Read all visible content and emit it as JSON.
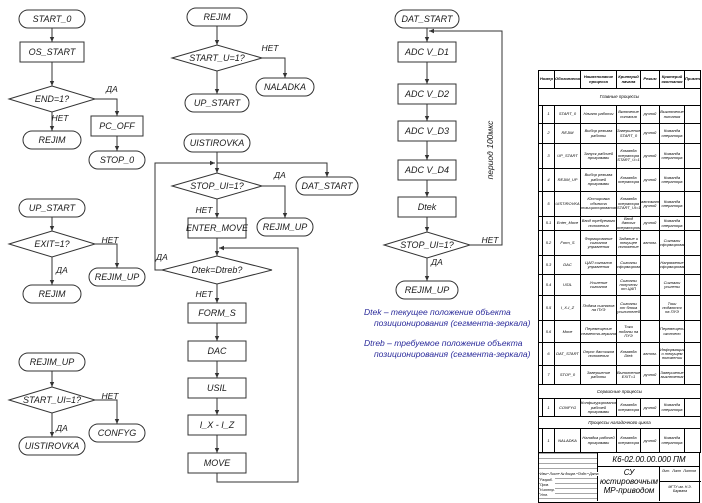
{
  "flowchart": {
    "yes": "ДА",
    "no": "НЕТ",
    "nodes": {
      "start_0": "START_0",
      "os_start": "OS_START",
      "end_q": "END=1?",
      "pc_off": "PC_OFF",
      "rejim_a": "REJIM",
      "stop_0": "STOP_0",
      "up_start_a": "UP_START",
      "exit_q": "EXIT=1?",
      "rejim_up_a": "REJIM_UP",
      "rejim_b": "REJIM",
      "rejim_up_b": "REJIM_UP",
      "start_ui_q": "START_UI=1?",
      "confyg": "CONFYG",
      "uistirovka_a": "UISTIROVKA",
      "rejim_c": "REJIM",
      "start_u_q": "START_U=1?",
      "naladka": "NALADKA",
      "up_start_b": "UP_START",
      "uistirovka_b": "UISTIROVKA",
      "stop_ui_q_a": "STOP_UI=1?",
      "dat_start_a": "DAT_START",
      "enter_move": "ENTER_MOVE",
      "rejim_up_c": "REJIM_UP",
      "dtek_q": "Dtek=Dtreb?",
      "form_s": "FORM_S",
      "dac": "DAC",
      "usil": "USIL",
      "ix_iz": "I_X - I_Z",
      "move": "MOVE",
      "dat_start_b": "DAT_START",
      "adc1": "ADC V_D1",
      "adc2": "ADC V_D2",
      "adc3": "ADC V_D3",
      "adc4": "ADC V_D4",
      "dtek": "Dtek",
      "stop_ui_q_b": "STOP_UI=1?",
      "rejim_up_d": "REJIM_UP"
    },
    "period_label": "период 100мкс"
  },
  "notes": {
    "dtek_line1": "Dtek – текущее положение объекта",
    "dtek_line2": "позиционирования (сегмента-зеркала)",
    "dtreb_line1": "Dtreb – требуемое положение объекта",
    "dtreb_line2": "позиционирования (сегмента-зеркала)"
  },
  "table": {
    "header": [
      "Номер",
      "Обозначение",
      "Наименование процесса",
      "Критерий начала",
      "Режим",
      "Критерий окончания",
      "Примеч."
    ],
    "rows": [
      {
        "section": "Главные процессы"
      },
      {
        "cells": [
          "1",
          "START_0",
          "Начало работы",
          "Включение питания",
          "ручной",
          "Выключение питания",
          ""
        ]
      },
      {
        "cells": [
          "2",
          "REJIM",
          "Выбор режима работы",
          "Завершение START_0",
          "ручной",
          "Команда оператора",
          ""
        ]
      },
      {
        "cells": [
          "3",
          "UP_START",
          "Запуск рабочей программы",
          "Команда оператора START_U=1",
          "ручной",
          "Команда оператора",
          ""
        ]
      },
      {
        "cells": [
          "4",
          "REJIM_UP",
          "Выбор режима рабочей программы",
          "Команда оператора",
          "ручной",
          "Команда оператора",
          ""
        ]
      },
      {
        "cells": [
          "5",
          "UISTIROVKA",
          "Юстировка объекта позиционирования",
          "Команда оператора START_UI=1",
          "автомат./ручной",
          "Команда оператора",
          ""
        ]
      },
      {
        "cells": [
          "5.1",
          "Enter_Move",
          "Ввод требуемого положения",
          "Ввод данных оператором",
          "ручной",
          "Команда оператора",
          ""
        ]
      },
      {
        "cells": [
          "5.2",
          "Form_S",
          "Формирование сигналов управления",
          "Задание и текущее положение",
          "автом.",
          "Сигналы сформированы",
          ""
        ]
      },
      {
        "cells": [
          "5.3",
          "DAC",
          "ЦАП сигналов управления",
          "Сигналы сформированы",
          "",
          "Напряжение сформировано",
          ""
        ]
      },
      {
        "cells": [
          "5.4",
          "USIL",
          "Усиление сигналов",
          "Сигналы получены от ЦАП",
          "",
          "Сигналы усилены",
          ""
        ]
      },
      {
        "cells": [
          "5.5",
          "I_X-I_Z",
          "Подача сигналов на ПУЭ",
          "Сигналы от блока усилителей",
          "",
          "Токи подаются на ПУЭ",
          ""
        ]
      },
      {
        "cells": [
          "5.6",
          "Move",
          "Перемещение сегмента-зеркала",
          "Токи поданы на ПУЭ",
          "",
          "Перемещение окончено",
          ""
        ]
      },
      {
        "cells": [
          "6",
          "DAT_START",
          "Опрос датчиков положения",
          "Команда Dtek",
          "автом.",
          "Информация о текущем положении",
          ""
        ]
      },
      {
        "cells": [
          "7",
          "STOP_0",
          "Завершение работы",
          "Выполнение EXIT=1",
          "ручной",
          "Завершение выключения",
          ""
        ]
      },
      {
        "section": "Сервисные процессы"
      },
      {
        "cells": [
          "1",
          "CONFYG",
          "Конфигурирование рабочей программы",
          "Команда оператора",
          "ручной",
          "Команда оператора",
          ""
        ]
      },
      {
        "section": "Процессы наладочного цикла"
      },
      {
        "cells": [
          "1",
          "NALADKA",
          "Наладка рабочей программы",
          "Команда оператора",
          "ручной",
          "Команда оператора",
          ""
        ]
      }
    ]
  },
  "title_block": {
    "code": "К6-02.00.00.000 ПМ",
    "name": "СУ юстировочным МР-приводом",
    "labels": [
      "Изм.",
      "Лист",
      "№ докум.",
      "Подп.",
      "Дата",
      "Разраб.",
      "Пров.",
      "Н.контр.",
      "Утв."
    ],
    "lit": "Лит.",
    "sheet": "Лист",
    "sheets": "Листов",
    "org": "МГТУ им. Н.Э. Баумана"
  }
}
